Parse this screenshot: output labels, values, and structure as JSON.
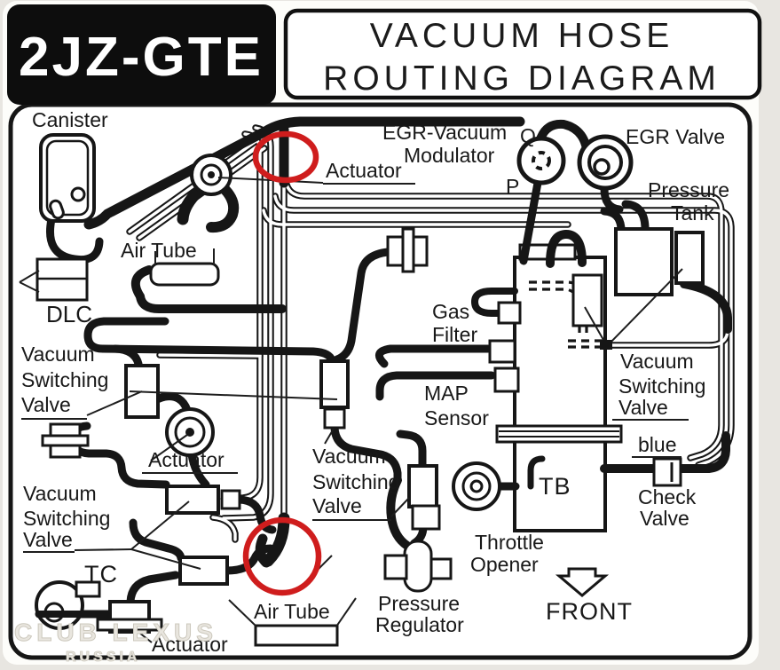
{
  "header": {
    "engine_code": "2JZ-GTE",
    "title_line1": "VACUUM HOSE",
    "title_line2": "ROUTING DIAGRAM"
  },
  "labels": {
    "canister": "Canister",
    "actuator_top": "Actuator",
    "egr_modulator": [
      "EGR-Vacuum",
      "Modulator"
    ],
    "port_q": "Q",
    "port_p": "P",
    "egr_valve": "EGR Valve",
    "pressure_tank": [
      "Pressure",
      "Tank"
    ],
    "air_tube_top": "Air Tube",
    "dlc": "DLC",
    "vsv_left": [
      "Vacuum",
      "Switching",
      "Valve"
    ],
    "actuator_mid": "Actuator",
    "vsv_mid": [
      "Vacuum",
      "Switching",
      "Valve"
    ],
    "vsv_bottom": [
      "Vacuum",
      "Switching",
      "Valve"
    ],
    "tc": "TC",
    "actuator_bottom": "Actuator",
    "air_tube_bottom": "Air Tube",
    "pressure_regulator": [
      "Pressure",
      "Regulator"
    ],
    "map_sensor": [
      "MAP",
      "Sensor"
    ],
    "gas_filter": [
      "Gas",
      "Filter"
    ],
    "tb": "TB",
    "throttle_opener": [
      "Throttle",
      "Opener"
    ],
    "front": "FRONT",
    "vsv_right": [
      "Vacuum",
      "Switching",
      "Valve"
    ],
    "blue": "blue",
    "check_valve": [
      "Check",
      "Valve"
    ]
  },
  "watermark": {
    "line1": "CLUB LEXUS",
    "line2": "RUSSIA"
  },
  "colors": {
    "ink": "#161616",
    "paper": "#fdfdfa",
    "highlight_red": "#cf1d1d"
  }
}
